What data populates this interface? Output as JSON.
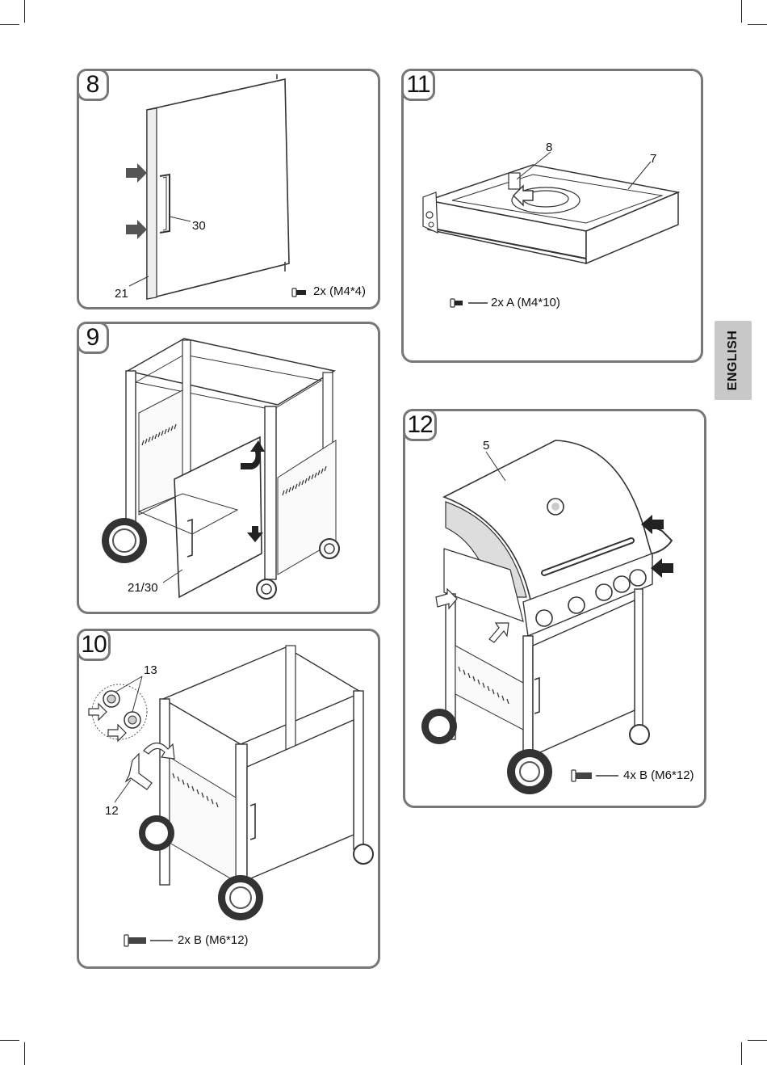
{
  "language_tab": "ENGLISH",
  "steps": [
    {
      "number": "8",
      "labels": {
        "door": "21",
        "handle": "30"
      },
      "hardware": "2x (M4*4)"
    },
    {
      "number": "9",
      "labels": {
        "door_handle": "21/30"
      }
    },
    {
      "number": "10",
      "labels": {
        "washers": "13",
        "bracket": "12"
      },
      "hardware": "2x B (M6*12)"
    },
    {
      "number": "11",
      "labels": {
        "part8": "8",
        "part7": "7"
      },
      "hardware": "2x A (M4*10)"
    },
    {
      "number": "12",
      "labels": {
        "hood": "5"
      },
      "hardware": "4x B (M6*12)"
    }
  ],
  "icons": {
    "screw_small": "screw-icon",
    "screw_long": "bolt-icon",
    "arrow": "push-arrow-icon"
  }
}
